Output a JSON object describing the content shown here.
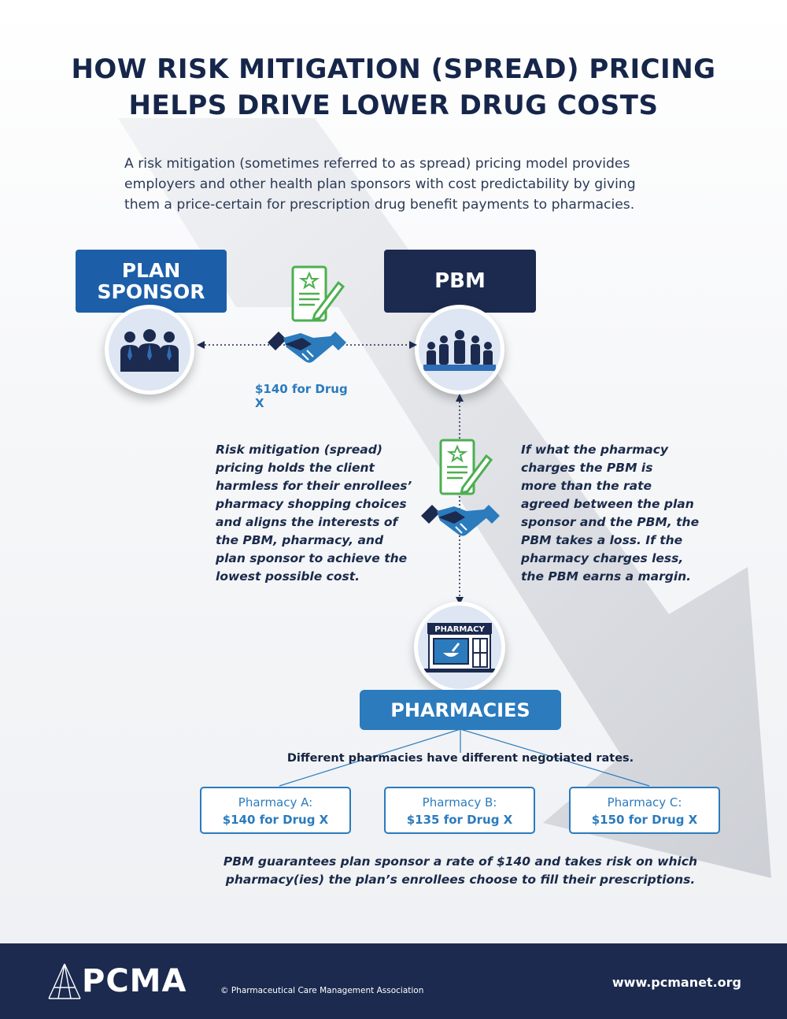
{
  "title": {
    "line1": "HOW RISK MITIGATION (SPREAD) PRICING",
    "line2": "HELPS DRIVE LOWER DRUG COSTS"
  },
  "intro": {
    "line1": "A risk mitigation (sometimes referred to as spread) pricing model provides",
    "line2": "employers and other health plan sponsors with cost predictability by giving",
    "line3": "them a price-certain for prescription drug benefit payments to pharmacies."
  },
  "plan_sponsor": {
    "line1": "PLAN",
    "line2": "SPONSOR"
  },
  "pbm": {
    "label": "PBM"
  },
  "sponsor_pbm_rate": "$140 for Drug X",
  "left_text": [
    "Risk mitigation (spread)",
    "pricing holds the client",
    "harmless for their enrollees’",
    "pharmacy shopping choices",
    "and aligns the interests of",
    "the PBM, pharmacy, and",
    "plan sponsor to achieve the",
    "lowest possible cost."
  ],
  "right_text": [
    "If what the pharmacy",
    "charges the PBM is",
    "more than the rate",
    "agreed between the plan",
    "sponsor and the PBM, the",
    "PBM takes a loss. If the",
    "pharmacy charges less,",
    "the PBM earns a margin."
  ],
  "pharmacy_sign": "PHARMACY",
  "pharmacies": {
    "label": "PHARMACIES",
    "subtitle": "Different pharmacies have different negotiated rates.",
    "items": [
      {
        "name": "Pharmacy A:",
        "price": "$140 for Drug X"
      },
      {
        "name": "Pharmacy B:",
        "price": "$135 for Drug X"
      },
      {
        "name": "Pharmacy C:",
        "price": "$150 for Drug X"
      }
    ]
  },
  "guarantee": {
    "line1": "PBM guarantees plan sponsor a rate of $140 and takes risk on which",
    "line2": "pharmacy(ies) the plan’s enrollees choose to fill their prescriptions."
  },
  "footer": {
    "logo_text": "PCMA",
    "copyright": "© Pharmaceutical Care Management Association",
    "website": "www.pcmanet.org"
  },
  "colors": {
    "navy": "#1b2a4e",
    "plan_sponsor_blue": "#1c5fa8",
    "pharmacies_blue": "#2b7bbd",
    "green": "#4caf50",
    "light_circle": "#dde6f2"
  },
  "icons": [
    "contract-icon",
    "handshake-icon",
    "people-icon",
    "meeting-icon",
    "pharmacy-store-icon",
    "pcma-logo-icon"
  ]
}
